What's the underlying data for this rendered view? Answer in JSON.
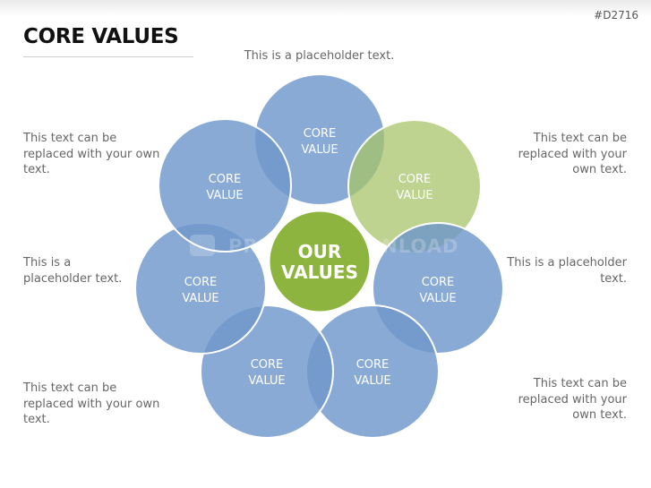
{
  "slide_code": "#D2716",
  "title": "CORE VALUES",
  "top_caption": "This is a placeholder text.",
  "side_texts": {
    "left_top": "This text can be replaced with your own text.",
    "left_middle": "This is a placeholder text.",
    "left_bottom": "This text can be replaced with your own text.",
    "right_top": "This text can be replaced with your own text.",
    "right_middle": "This is a placeholder text.",
    "right_bottom": "This text can be replaced with your own text."
  },
  "center": {
    "line1": "OUR",
    "line2": "VALUES",
    "color": "#8db43f"
  },
  "petals": [
    {
      "line1": "CORE",
      "line2": "VALUE",
      "color": "#6f97cb"
    },
    {
      "line1": "CORE",
      "line2": "VALUE",
      "color": "#a7c46a"
    },
    {
      "line1": "CORE",
      "line2": "VALUE",
      "color": "#6f97cb"
    },
    {
      "line1": "CORE",
      "line2": "VALUE",
      "color": "#6f97cb"
    },
    {
      "line1": "CORE",
      "line2": "VALUE",
      "color": "#6f97cb"
    },
    {
      "line1": "CORE",
      "line2": "VALUE",
      "color": "#6f97cb"
    },
    {
      "line1": "CORE",
      "line2": "VALUE",
      "color": "#6f97cb"
    }
  ],
  "watermark": "PRESENTATIONLOAD"
}
